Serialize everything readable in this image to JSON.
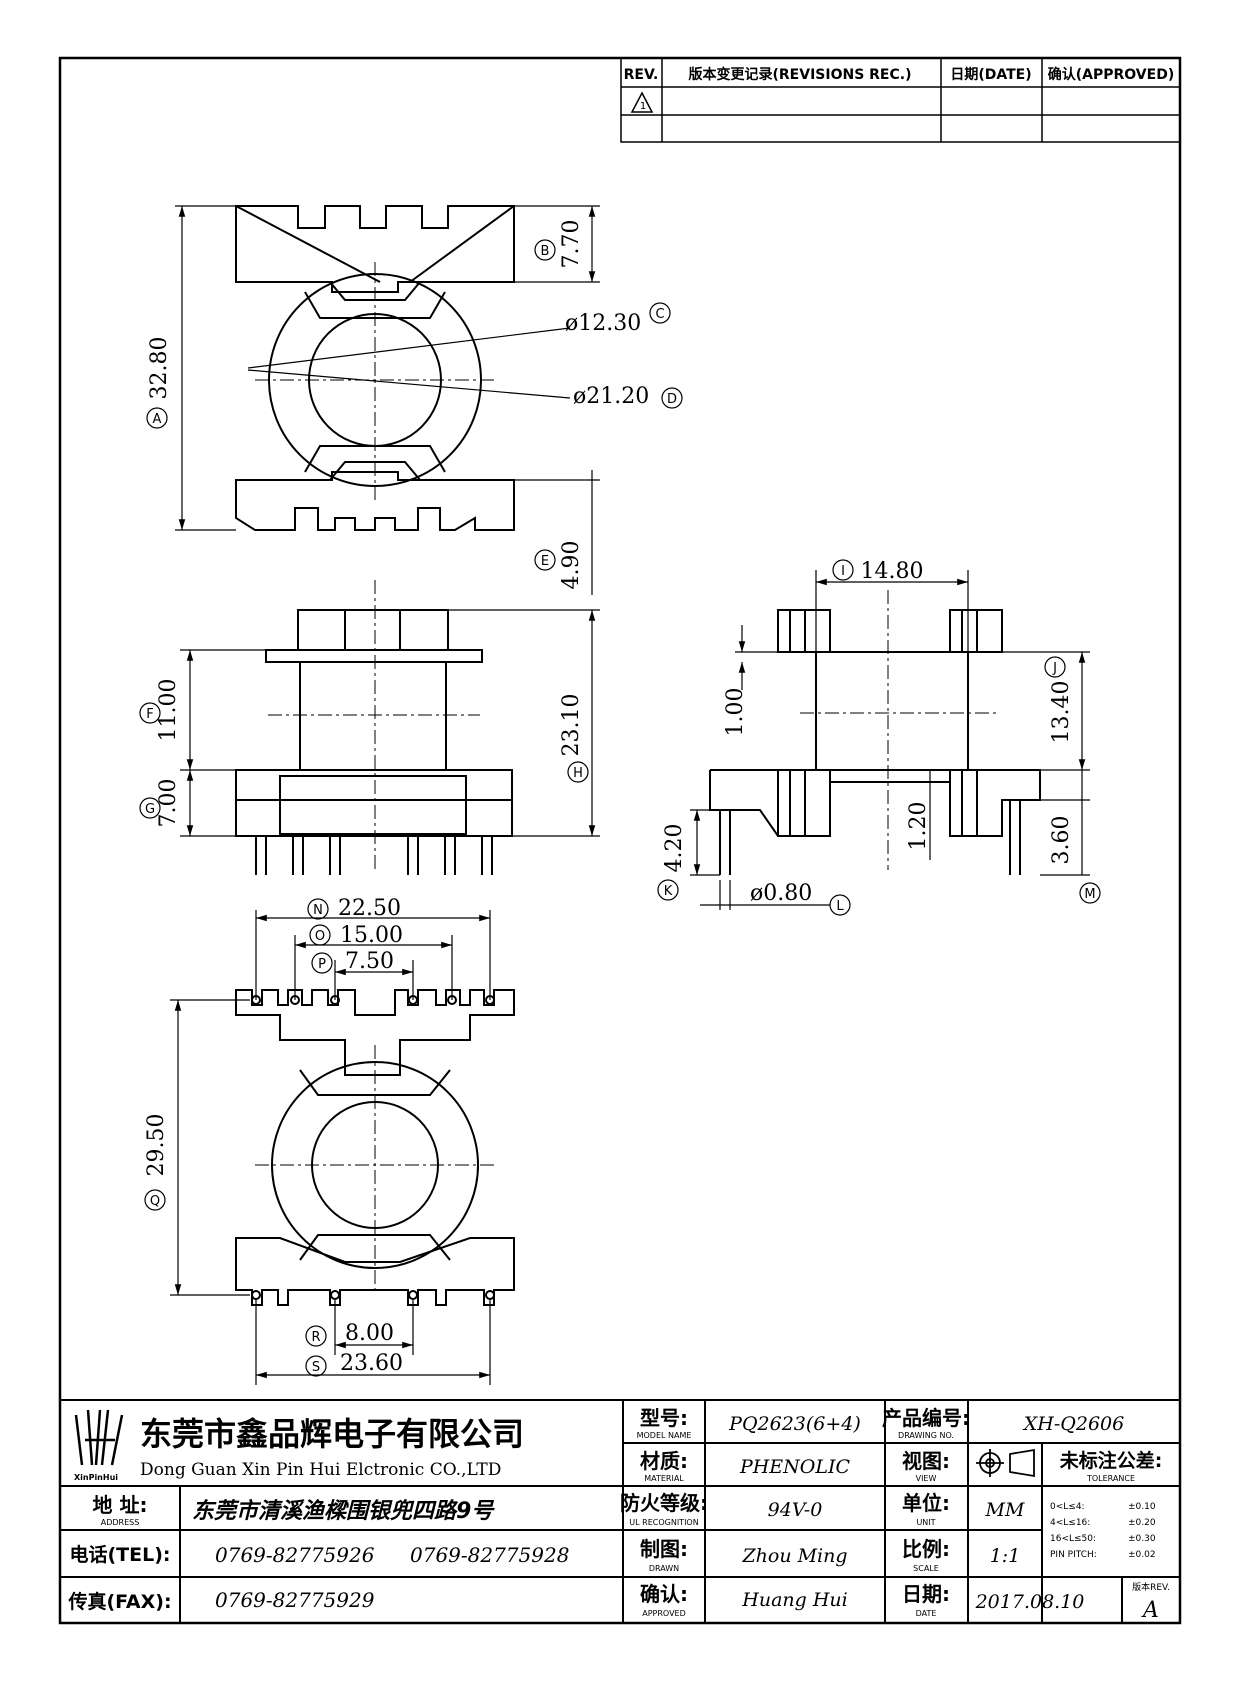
{
  "revision_table": {
    "headers": [
      "REV.",
      "版本变更记录(REVISIONS REC.)",
      "日期(DATE)",
      "确认(APPROVED)"
    ],
    "row1_rev": "1"
  },
  "dimensions": {
    "A": {
      "letter": "A",
      "value": "32.80"
    },
    "B": {
      "letter": "B",
      "value": "7.70"
    },
    "C": {
      "letter": "C",
      "value": "ø12.30"
    },
    "D": {
      "letter": "D",
      "value": "ø21.20"
    },
    "E": {
      "letter": "E",
      "value": "4.90"
    },
    "F": {
      "letter": "F",
      "value": "11.00"
    },
    "G": {
      "letter": "G",
      "value": "7.00"
    },
    "H": {
      "letter": "H",
      "value": "23.10"
    },
    "I": {
      "letter": "I",
      "value": "14.80"
    },
    "J": {
      "letter": "J",
      "value": "13.40"
    },
    "J2": {
      "value": "1.00"
    },
    "K": {
      "letter": "K",
      "value": "4.20"
    },
    "L": {
      "letter": "L",
      "value": "ø0.80"
    },
    "L2": {
      "value": "1.20"
    },
    "M": {
      "letter": "M",
      "value": "3.60"
    },
    "N": {
      "letter": "N",
      "value": "22.50"
    },
    "O": {
      "letter": "O",
      "value": "15.00"
    },
    "P": {
      "letter": "P",
      "value": "7.50"
    },
    "Q": {
      "letter": "Q",
      "value": "29.50"
    },
    "R": {
      "letter": "R",
      "value": "8.00"
    },
    "S": {
      "letter": "S",
      "value": "23.60"
    }
  },
  "title_block": {
    "logo_text": "XinPinHui",
    "company_cn": "东莞市鑫品辉电子有限公司",
    "company_en": "Dong Guan Xin Pin Hui Elctronic CO.,LTD",
    "address_label_cn": "地 址:",
    "address_label_en": "ADDRESS",
    "address": "东莞市清溪渔樑围银兜四路9号",
    "tel_label": "电话(TEL):",
    "tel1": "0769-82775926",
    "tel2": "0769-82775928",
    "fax_label": "传真(FAX):",
    "fax": "0769-82775929",
    "model_label_cn": "型号:",
    "model_label_en": "MODEL NAME",
    "model": "PQ2623(6+4)",
    "material_label_cn": "材质:",
    "material_label_en": "MATERIAL",
    "material": "PHENOLIC",
    "ul_label_cn": "防火等级:",
    "ul_label_en": "UL RECOGNITION",
    "ul": "94V-0",
    "drawn_label_cn": "制图:",
    "drawn_label_en": "DRAWN",
    "drawn": "Zhou Ming",
    "approved_label_cn": "确认:",
    "approved_label_en": "APPROVED",
    "approved": "Huang Hui",
    "drawing_no_label_cn": "产品编号:",
    "drawing_no_label_en": "DRAWING NO.",
    "drawing_no": "XH-Q2606",
    "view_label_cn": "视图:",
    "view_label_en": "VIEW",
    "unit_label_cn": "单位:",
    "unit_label_en": "UNIT",
    "unit": "MM",
    "scale_label_cn": "比例:",
    "scale_label_en": "SCALE",
    "scale": "1:1",
    "date_label_cn": "日期:",
    "date_label_en": "DATE",
    "date": "2017.08.10",
    "tolerance_label_cn": "未标注公差:",
    "tolerance_label_en": "TOLERANCE",
    "tolerance_rows": [
      {
        "range": "0<L≤4:",
        "value": "±0.10"
      },
      {
        "range": "4<L≤16:",
        "value": "±0.20"
      },
      {
        "range": "16<L≤50:",
        "value": "±0.30"
      },
      {
        "range": "PIN PITCH:",
        "value": "±0.02"
      }
    ],
    "rev_label": "版本REV.",
    "rev": "A"
  }
}
